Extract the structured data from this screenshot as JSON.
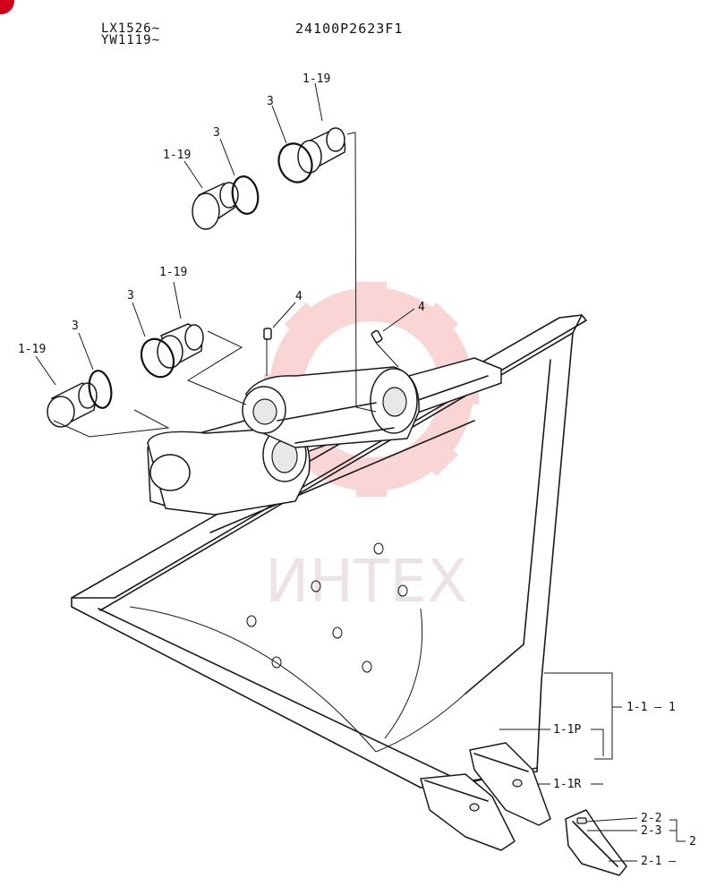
{
  "header": {
    "models_line1": "LX1526~",
    "models_line2": "YW1119~",
    "part_number": "24100P2623F1"
  },
  "watermark": {
    "text": "ИНТЕХ",
    "color": "#f3a6a6"
  },
  "callouts": {
    "pin_top_right": "1-19",
    "ring_top_right": "3",
    "pin_top_left": "1-19",
    "ring_top_left": "3",
    "pin_mid_right": "1-19",
    "ring_mid_right": "3",
    "pin_mid_left": "1-19",
    "ring_mid_left": "3",
    "grease_left": "4",
    "grease_right": "4",
    "bucket_assy": "1-1  —  1",
    "bucket_plate": "1-1P",
    "bucket_ring": "1-1R",
    "tooth_lock": "2-2",
    "tooth_pin": "2-3",
    "tooth_group": "2",
    "tooth_point": "2-1  —"
  },
  "colors": {
    "line": "#1a1a1a",
    "accent": "#d0021b"
  }
}
